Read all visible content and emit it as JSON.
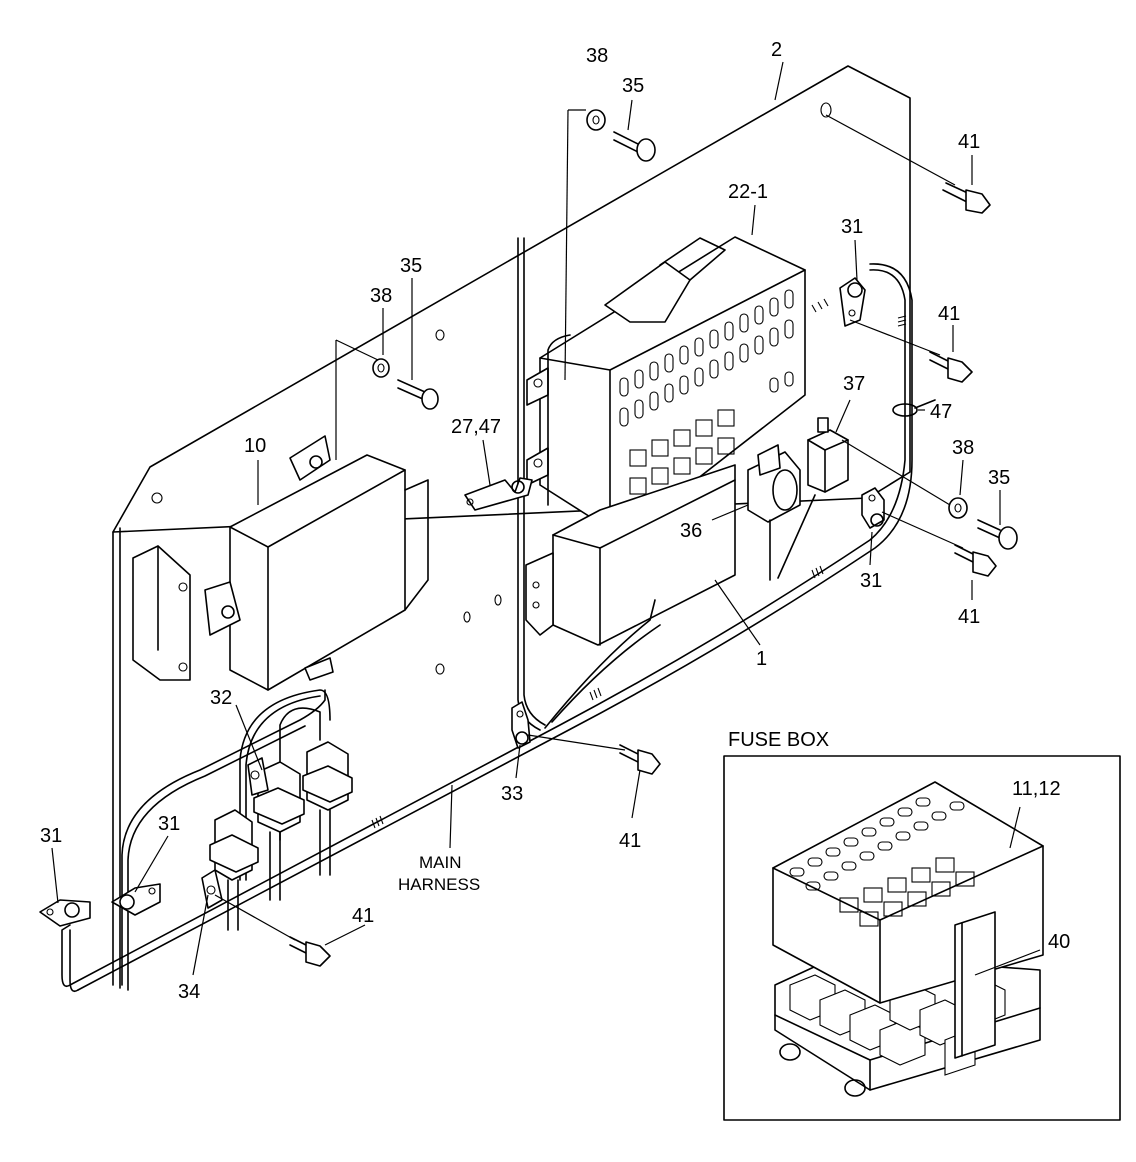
{
  "callouts": {
    "c2": "2",
    "c38a": "38",
    "c35a": "35",
    "c41a": "41",
    "c22": "22-1",
    "c31a": "31",
    "c35b": "35",
    "c38b": "38",
    "c41b": "41",
    "c37": "37",
    "c47": "47",
    "c10": "10",
    "c2747": "27,47",
    "c38c": "38",
    "c35c": "35",
    "c36": "36",
    "c31b": "31",
    "c41c": "41",
    "c1": "1",
    "c32": "32",
    "c33": "33",
    "c41d": "41",
    "c31c": "31",
    "c31d": "31",
    "c41e": "41",
    "c34": "34",
    "c1112": "11,12",
    "c40": "40"
  },
  "labels": {
    "main_harness_line1": "MAIN",
    "main_harness_line2": "HARNESS",
    "fuse_box_title": "FUSE BOX"
  }
}
